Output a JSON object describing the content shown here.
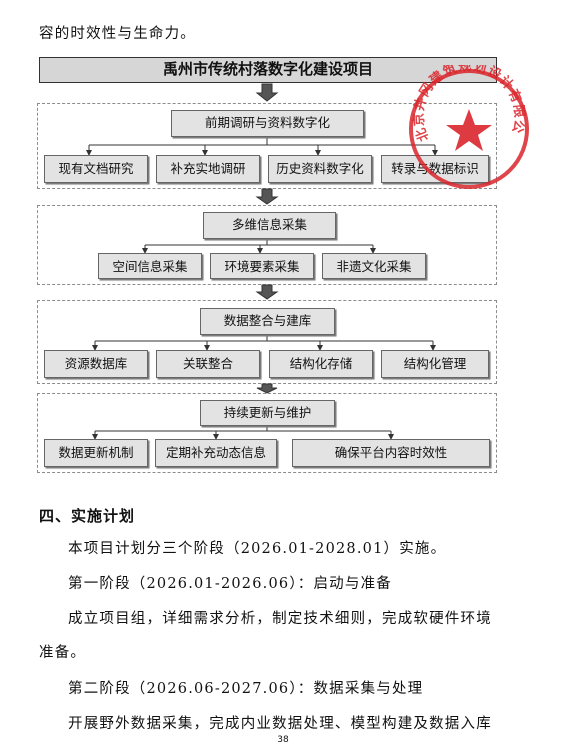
{
  "intro_line": "容的时效性与生命力。",
  "diagram": {
    "title": "禹州市传统村落数字化建设项目",
    "stages": [
      {
        "head": "前期调研与资料数字化",
        "items": [
          "现有文档研究",
          "补充实地调研",
          "历史资料数字化",
          "转录与数据标识"
        ]
      },
      {
        "head": "多维信息采集",
        "items": [
          "空间信息采集",
          "环境要素采集",
          "非遗文化采集"
        ]
      },
      {
        "head": "数据整合与建库",
        "items": [
          "资源数据库",
          "关联整合",
          "结构化存储",
          "结构化管理"
        ]
      },
      {
        "head": "持续更新与维护",
        "items": [
          "数据更新机制",
          "定期补充动态信息",
          "确保平台内容时效性"
        ]
      }
    ]
  },
  "stamp": {
    "text": "北京井冈建筑规划设计有限公司",
    "color": "#d9262c",
    "icon": "star-icon"
  },
  "section_heading": "四、实施计划",
  "paragraphs": [
    "本项目计划分三个阶段（2026.01-2028.01）实施。",
    "第一阶段（2026.01-2026.06）：启动与准备",
    "成立项目组，详细需求分析，制定技术细则，完成软硬件环境",
    "准备。",
    "第二阶段（2026.06-2027.06）：数据采集与处理",
    "开展野外数据采集，完成内业数据处理、模型构建及数据入库"
  ],
  "page_number": "38"
}
